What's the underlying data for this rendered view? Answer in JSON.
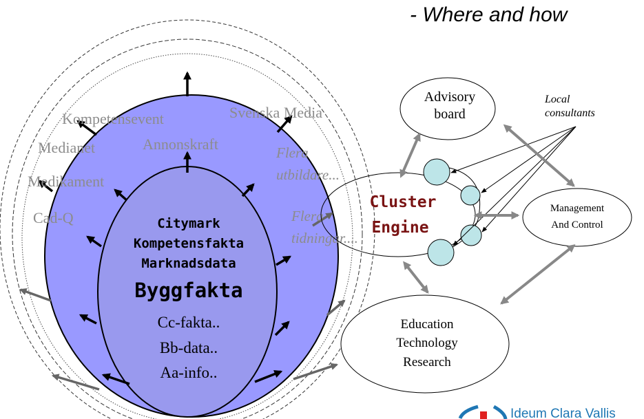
{
  "title": "- Where and how",
  "outer_labels": {
    "kompetensevent": "Kompetensevent",
    "svenska_media": "Svenska Media",
    "medianet": "Medianet",
    "annonskraft": "Annonskraft",
    "flera_utbildare_1": "Flera",
    "flera_utbildare_2": "utbildare...",
    "medikament": "Medikament",
    "cad_q": "Cad-Q",
    "flera_tidningar_1": "Flera",
    "flera_tidningar_2": "tidningar...."
  },
  "inner_labels": {
    "citymark": "Citymark",
    "kompetensfakta": "Kompetensfakta",
    "marknadsdata": "Marknadsdata",
    "byggfakta": "Byggfakta",
    "cc_fakta": "Cc-fakta..",
    "bb_data": "Bb-data..",
    "aa_info": "Aa-info.."
  },
  "cluster_engine": {
    "line1": "Cluster",
    "line2": "Engine"
  },
  "advisory": {
    "line1": "Advisory",
    "line2": "board"
  },
  "local_consultants": {
    "line1": "Local",
    "line2": "consultants"
  },
  "management": {
    "line1": "Management",
    "line2": "And Control"
  },
  "education": {
    "line1": "Education",
    "line2": "Technology",
    "line3": "Research"
  },
  "logo": {
    "text": "Ideum Clara Vallis"
  },
  "colors": {
    "purple_fill": "#9999ff",
    "inner_fill": "#9999ee",
    "node_fill": "#bde5e8",
    "cluster_red": "#7a1414",
    "grey_text": "#8c8c8c",
    "arrow_grey": "#666666",
    "logo_blue": "#1f77b4",
    "logo_red": "#e02020"
  }
}
